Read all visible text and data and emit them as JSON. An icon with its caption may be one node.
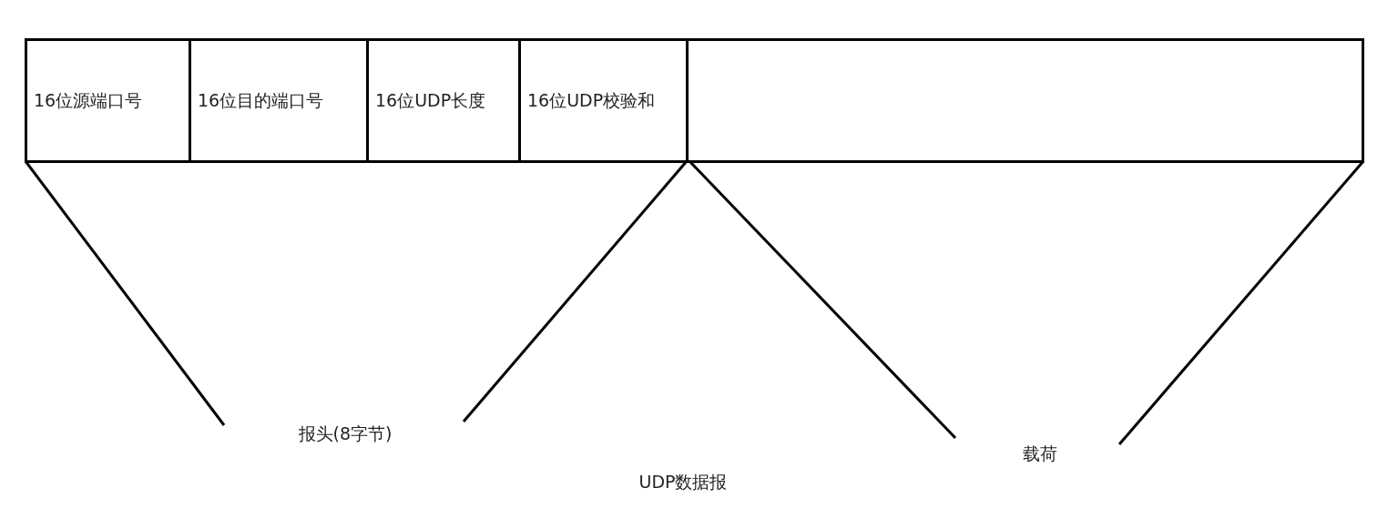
{
  "diagram": {
    "nodes": [
      {
        "text": [
          "16位源端口号"
        ]
      },
      {
        "text": [
          "16位目的端口号"
        ]
      },
      {
        "text": [
          "16位UDP长度"
        ]
      },
      {
        "text": [
          "16位UDP校验和"
        ]
      },
      {
        "text": [],
        "shape": "box"
      }
    ],
    "labels": [
      "报头(8字节)",
      "载荷",
      "UDP数据报"
    ]
  }
}
